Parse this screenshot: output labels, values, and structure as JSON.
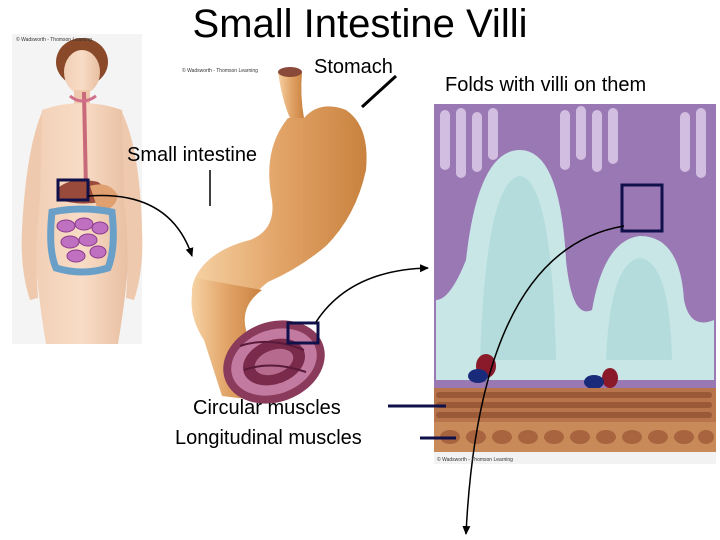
{
  "title": "Small Intestine Villi",
  "labels": {
    "stomach": "Stomach",
    "small_intestine": "Small intestine",
    "folds": "Folds with villi on them",
    "circular": "Circular muscles",
    "longitudinal": "Longitudinal muscles"
  },
  "credits": {
    "body_panel": "© Wadsworth - Thomson Learning",
    "stomach_panel": "© Wadsworth - Thomson Learning",
    "villi_panel": "© Wadsworth - Thomson Learning"
  },
  "colors": {
    "accent_box": "#10104a",
    "stomach": "#e0a56a",
    "villi_tissue": "#c8e6e6",
    "villi_purple": "#8a6aa8",
    "muscle": "#b8744a"
  }
}
